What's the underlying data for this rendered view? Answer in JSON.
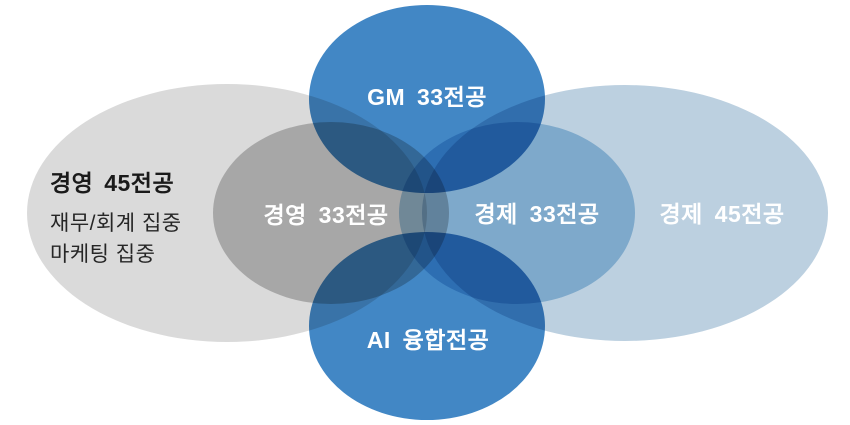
{
  "diagram": {
    "type": "venn-overlap-diagram",
    "background_color": "#ffffff",
    "shapes": {
      "management_45": {
        "label": "경영 45전공",
        "focus_lines": [
          "재무/회계 집중",
          "마케팅 집중"
        ],
        "color": "#dadada",
        "text_color": "#1a1a1a"
      },
      "management_33": {
        "label": "경영 33전공",
        "color": "#a8a8a8",
        "text_color": "#ffffff"
      },
      "gm_33": {
        "label": "GM 33전공",
        "color": "#4287c5",
        "text_color": "#ffffff"
      },
      "economics_33": {
        "label": "경제 33전공",
        "color": "#7ea9cb",
        "text_color": "#ffffff"
      },
      "economics_45": {
        "label": "경제 45전공",
        "color": "#bcd0e0",
        "text_color": "#ffffff"
      },
      "ai_convergence": {
        "label": "AI 융합전공",
        "color": "#4287c5",
        "text_color": "#ffffff"
      }
    },
    "fills": {
      "left_ellipse": "#dadada",
      "right_ellipse": "#bcd0e0",
      "management_33_circle": "#c4c4c4",
      "economics_33_circle": "#abcfe7",
      "gm_circle": "#4287c5",
      "ai_circle": "#4287c5"
    }
  }
}
